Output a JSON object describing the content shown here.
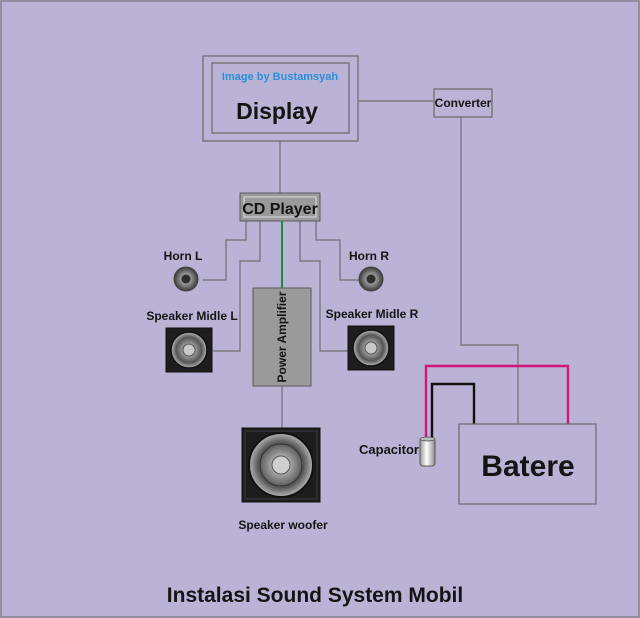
{
  "watermark": "Image by Bustamsyah",
  "display_label": "Display",
  "converter_label": "Converter",
  "cd_player_label": "CD Player",
  "horn_left_label": "Horn L",
  "horn_right_label": "Horn R",
  "speaker_left_label": "Speaker Midle L",
  "speaker_right_label": "Speaker Midle R",
  "amplifier_label": "Power Amplifier",
  "woofer_label": "Speaker woofer",
  "capacitor_label": "Capacitor",
  "battery_label": "Batere",
  "caption": "Instalasi Sound System Mobil",
  "colors": {
    "background": "#bab3d6",
    "wire_gray": "#6f6f6f",
    "wire_green": "#1f8a3c",
    "wire_positive": "#d0187a",
    "wire_negative": "#111111",
    "watermark": "#2b8fd6"
  }
}
